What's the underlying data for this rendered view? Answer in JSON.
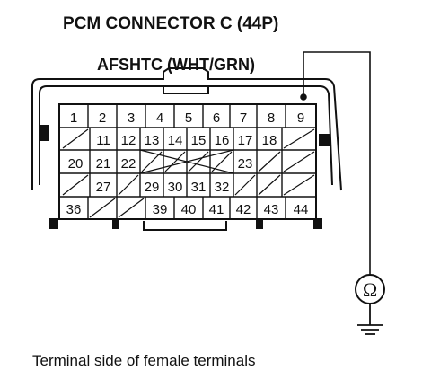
{
  "title": "PCM CONNECTOR C (44P)",
  "wire_label": "AFSHTC (WHT/GRN)",
  "caption": "Terminal side of female terminals",
  "meter_symbol": "Ω",
  "meter_icon": "ohmmeter-icon",
  "ground_icon": "ground-icon",
  "probe_terminal": "9",
  "rows": [
    [
      "1",
      "2",
      "3",
      "4",
      "5",
      "6",
      "7",
      "8",
      "9"
    ],
    [
      "",
      "11",
      "12",
      "13",
      "14",
      "15",
      "16",
      "17",
      "18",
      ""
    ],
    [
      "20",
      "21",
      "22",
      "",
      "",
      "",
      "",
      "23",
      "",
      ""
    ],
    [
      "",
      "27",
      "",
      "29",
      "30",
      "31",
      "32",
      "",
      "",
      ""
    ],
    [
      "36",
      "",
      "",
      "39",
      "40",
      "41",
      "42",
      "43",
      "44"
    ]
  ]
}
